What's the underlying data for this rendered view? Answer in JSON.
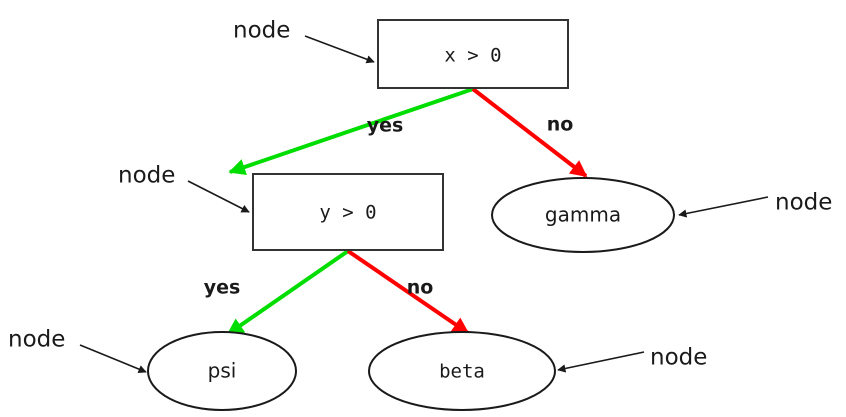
{
  "diagram": {
    "type": "decision-tree",
    "background_color": "#ffffff",
    "nodes": {
      "root": {
        "label": "x > 0",
        "shape": "box"
      },
      "second": {
        "label": "y > 0",
        "shape": "box"
      },
      "gamma": {
        "label": "gamma",
        "shape": "ellipse"
      },
      "psi": {
        "label": "psi",
        "shape": "ellipse"
      },
      "beta": {
        "label": "beta",
        "shape": "ellipse"
      }
    },
    "edges": {
      "root_yes": {
        "label": "yes",
        "color": "#00dd00"
      },
      "root_no": {
        "label": "no",
        "color": "#ff0000"
      },
      "second_yes": {
        "label": "yes",
        "color": "#00dd00"
      },
      "second_no": {
        "label": "no",
        "color": "#ff0000"
      }
    },
    "annotations": {
      "root_note": "node",
      "second_note": "node",
      "gamma_note": "node",
      "psi_note": "node",
      "beta_note": "node"
    },
    "colors": {
      "yes_branch": "#00dd00",
      "no_branch": "#ff0000",
      "outline": "#1a1a1a",
      "box_outline": "#333333",
      "text": "#1a1a1a"
    }
  }
}
